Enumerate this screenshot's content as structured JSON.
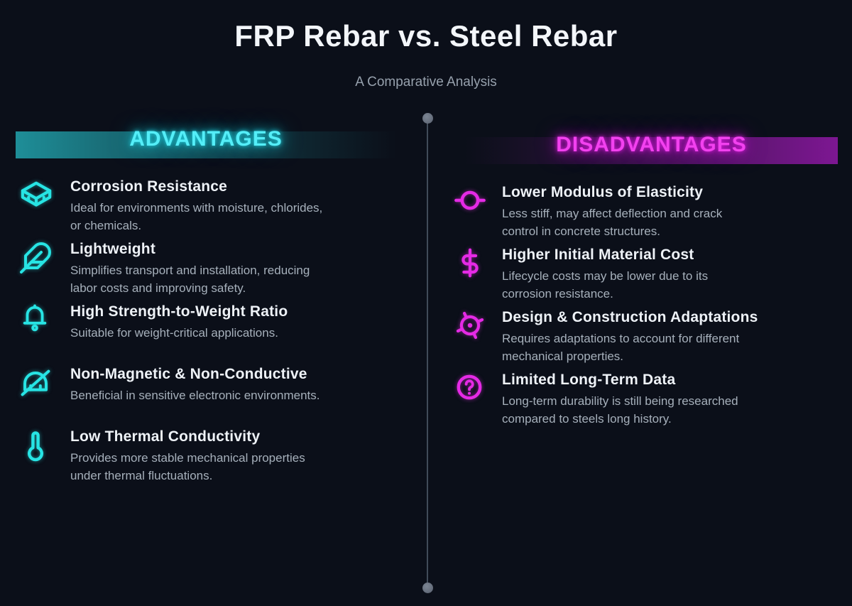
{
  "page": {
    "title": "FRP Rebar vs. Steel Rebar",
    "subtitle": "A Comparative Analysis",
    "background_color": "#0b0f19"
  },
  "advantages": {
    "header": "ADVANTAGES",
    "accent_color": "#27E4E4",
    "bar_color": "#1E8E98",
    "items": [
      {
        "icon": "isometric-box-icon",
        "title": "Corrosion Resistance",
        "description": "Ideal for environments with moisture, chlorides,\nor chemicals."
      },
      {
        "icon": "feather-icon",
        "title": "Lightweight",
        "description": "Simplifies transport and installation, reducing\nlabor costs and improving safety."
      },
      {
        "icon": "bell-icon",
        "title": "High Strength-to-Weight Ratio",
        "description": "Suitable for weight-critical applications."
      },
      {
        "icon": "magnet-slash-icon",
        "title": "Non-Magnetic & Non-Conductive",
        "description": "Beneficial in sensitive electronic environments."
      },
      {
        "icon": "thermometer-icon",
        "title": "Low Thermal Conductivity",
        "description": "Provides more stable mechanical properties\nunder thermal fluctuations."
      }
    ]
  },
  "disadvantages": {
    "header": "DISADVANTAGES",
    "accent_color": "#E52AE5",
    "bar_color": "#7D1792",
    "items": [
      {
        "icon": "commit-node-icon",
        "title": "Lower Modulus of Elasticity",
        "description": "Less stiff, may affect deflection and crack\ncontrol in concrete structures."
      },
      {
        "icon": "dollar-sign-icon",
        "title": "Higher Initial Material Cost",
        "description": "Lifecycle costs may be lower due to its\ncorrosion resistance."
      },
      {
        "icon": "target-icon",
        "title": "Design & Construction Adaptations",
        "description": "Requires adaptations to account for different\nmechanical properties."
      },
      {
        "icon": "question-circle-icon",
        "title": "Limited Long-Term Data",
        "description": "Long-term durability is still being researched\ncompared to steels long history."
      }
    ]
  }
}
